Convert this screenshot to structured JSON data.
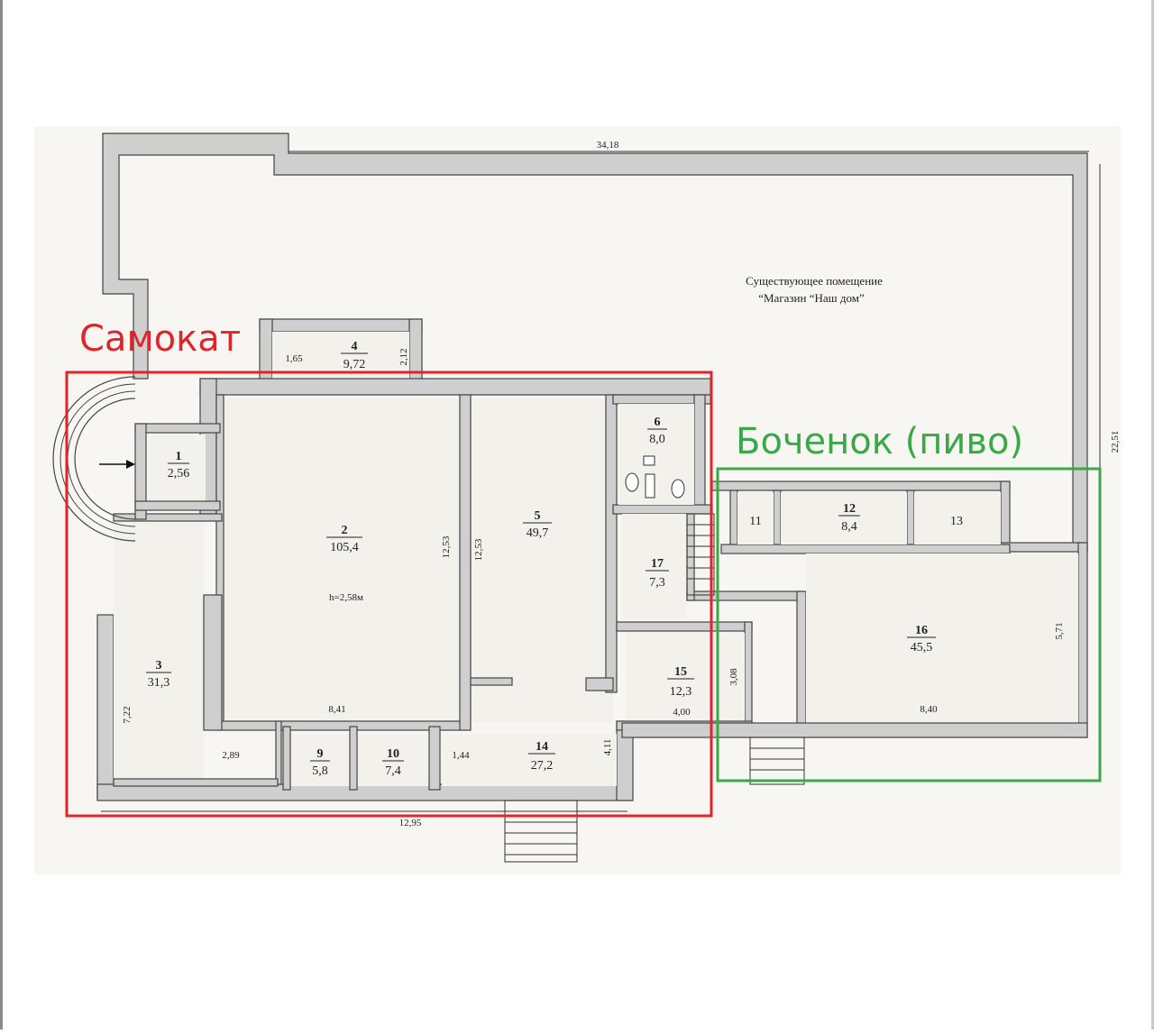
{
  "store_note": {
    "line1": "Существующее помещение",
    "line2": "“Магазин “Наш дом”"
  },
  "zones": {
    "red_label": "Самокат",
    "green_label": "Боченок (пиво)",
    "red_color": "#e0242a",
    "green_color": "#3aa848"
  },
  "rooms": [
    {
      "num": "1",
      "area": "2,56"
    },
    {
      "num": "2",
      "area": "105,4",
      "note": "h=2,58м"
    },
    {
      "num": "3",
      "area": "31,3"
    },
    {
      "num": "4",
      "area": "9,72"
    },
    {
      "num": "5",
      "area": "49,7"
    },
    {
      "num": "6",
      "area": "8,0"
    },
    {
      "num": "9",
      "area": "5,8"
    },
    {
      "num": "10",
      "area": "7,4"
    },
    {
      "num": "11",
      "area": ""
    },
    {
      "num": "12",
      "area": "8,4"
    },
    {
      "num": "13",
      "area": ""
    },
    {
      "num": "14",
      "area": "27,2"
    },
    {
      "num": "15",
      "area": "12,3"
    },
    {
      "num": "16",
      "area": "45,5"
    },
    {
      "num": "17",
      "area": "7,3"
    }
  ],
  "dims": {
    "top_width": "34,18",
    "right_height": "22,51",
    "bottom_width": "12,95",
    "r4_w": "1,65",
    "r4_h": "2,12",
    "r2_h": "12,53",
    "r5_h": "12,53",
    "r2_w": "8,41",
    "r3_h": "7,22",
    "r3_w": "2,89",
    "r14_w": "1,44",
    "r14_h": "4,11",
    "r15_w": "4,00",
    "r15_h": "3,08",
    "r16_w": "8,40",
    "r16_h": "5,71"
  }
}
